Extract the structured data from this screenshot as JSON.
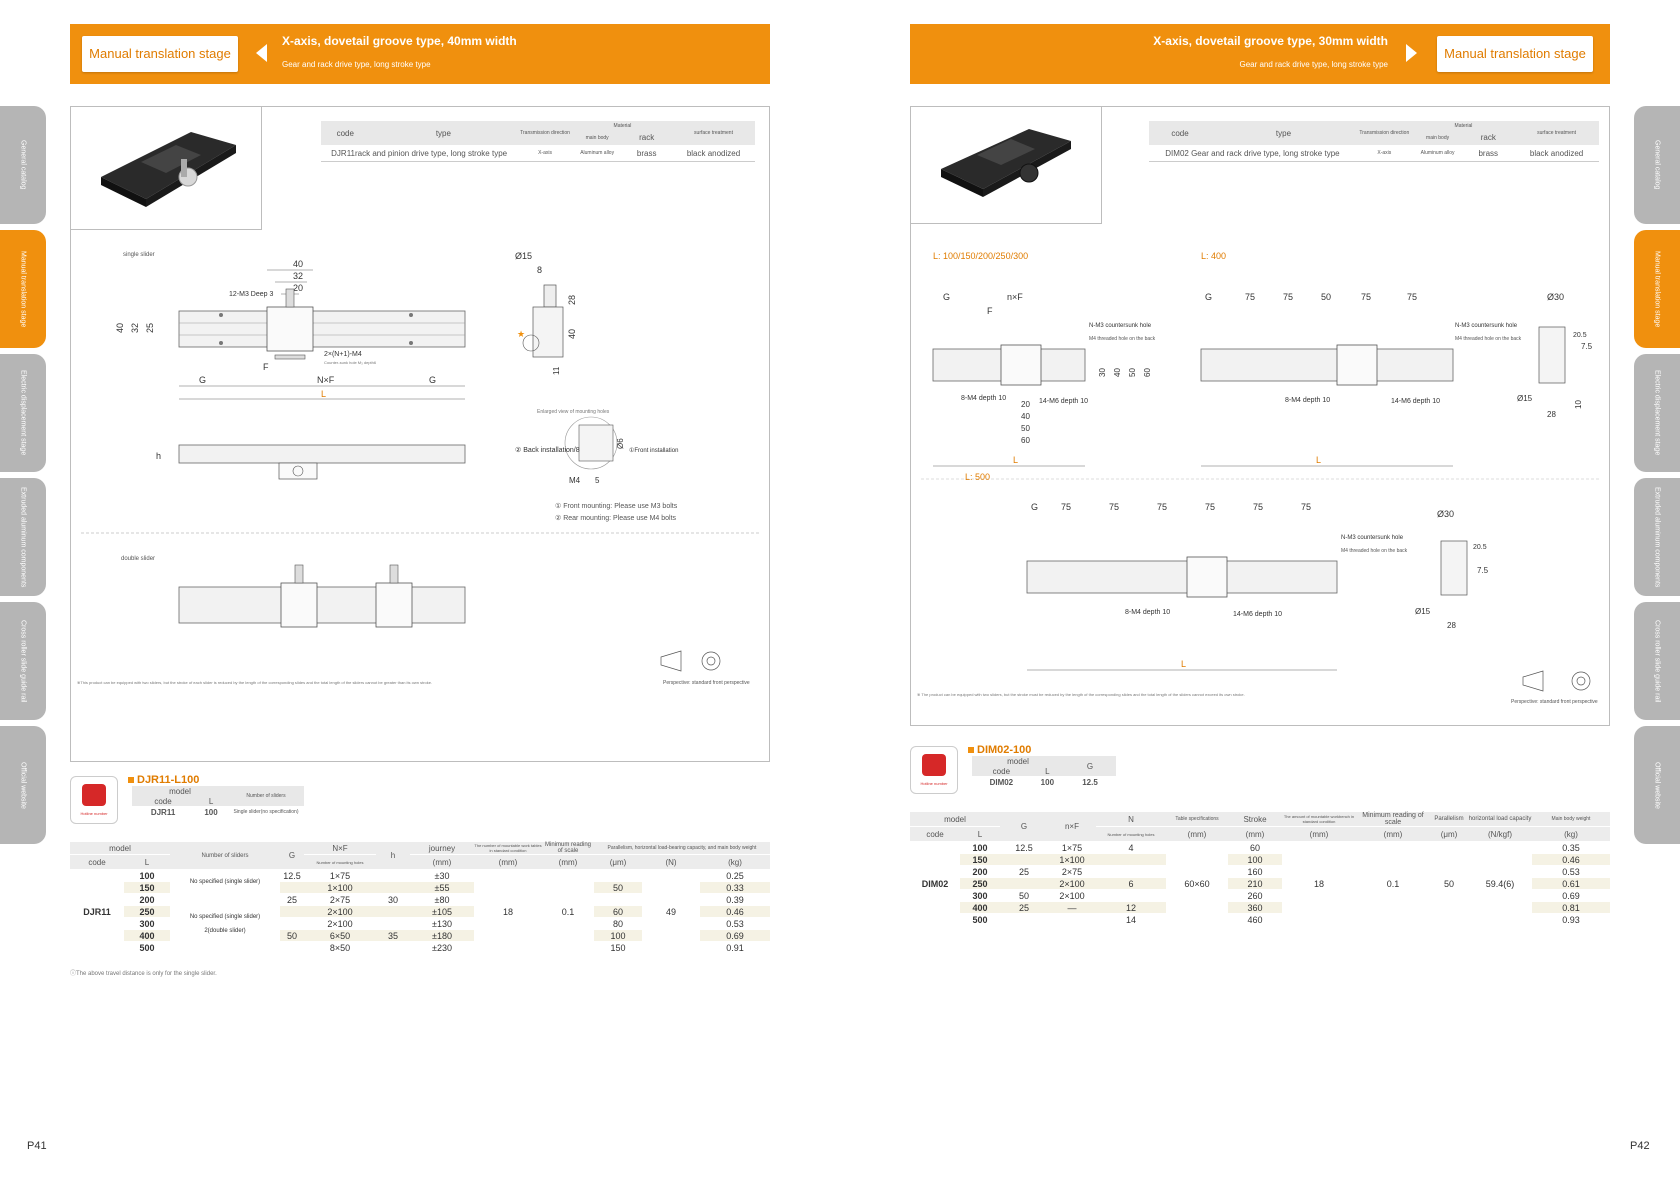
{
  "left_page": {
    "header": {
      "button": "Manual translation stage",
      "title": "X-axis, dovetail groove type, 40mm width",
      "subtitle": "Gear and rack drive type, long stroke type"
    },
    "spec_table": {
      "headers": {
        "code": "code",
        "type": "type",
        "direction": "Transmission direction",
        "material": "Material",
        "mainbody": "main body",
        "rack": "rack",
        "surface": "surface treatment"
      },
      "row": {
        "type": "DJR11rack and pinion drive type, long stroke type",
        "direction": "X-axis",
        "mainbody": "Aluminum alloy",
        "rack": "brass",
        "surface": "black anodized"
      }
    },
    "drawing": {
      "single_slider": "single slider",
      "double_slider": "double slider",
      "dims_top": [
        "40",
        "32",
        "20"
      ],
      "dims_side": [
        "40",
        "32",
        "25"
      ],
      "hole_label": "12-M3 Deep 3",
      "hole_label2": "2×(N+1)-M4",
      "hole_label3": "Counter-sunk hole M₃ depth6",
      "labels_bottom": {
        "G": "G",
        "F": "F",
        "NxF": "N×F",
        "L": "L"
      },
      "side_dims": {
        "d15": "Ø15",
        "d8": "8",
        "d28": "28",
        "d40": "40",
        "d11": "11"
      },
      "h": "h",
      "install": {
        "title": "Enlarged view of mounting holes",
        "back": "② Back installation/8",
        "front": "①Front installation",
        "m4": "M4",
        "five": "5",
        "d6": "Ø6",
        "note1": "① Front mounting: Please use M3 bolts",
        "note2": "② Rear mounting: Please use M4 bolts"
      },
      "footnote": "※This product can be equipped with two sliders, but the stroke of each slider is reduced by the length of the corresponding slides and the total length of the sliders cannot be greater than its own stroke.",
      "perspective": "Perspective: standard front perspective"
    },
    "model_box": {
      "title": "DJR11-L100",
      "hotline": "Hotline number",
      "h_model": "model",
      "h_code": "code",
      "h_L": "L",
      "h_sliders": "Number of sliders",
      "code": "DJR11",
      "L": "100",
      "sliders": "Single slider(no specification)"
    },
    "data_table": {
      "h_model": "model",
      "h_code": "code",
      "h_L": "L",
      "h_sliders": "Number of sliders",
      "h_G": "G",
      "h_NxF": "N×F",
      "h_NxF_sub": "Number of mounting holes",
      "h_h": "h",
      "h_journey": "journey",
      "h_journey_u": "(mm)",
      "h_table": "The number of mountable work tables in standard condition",
      "h_table_u": "(mm)",
      "h_min": "Minimum reading of scale",
      "h_min_u": "(mm)",
      "h_par": "Parallelism, horizontal load-bearing capacity, and main body weight",
      "h_par_u1": "(μm)",
      "h_par_u2": "(N)",
      "h_par_u3": "(kg)",
      "code": "DJR11",
      "sliders_a": "No specified (single slider)",
      "sliders_b1": "No specified (single slider)",
      "sliders_b2": "2(double slider)",
      "rows": [
        {
          "L": "100",
          "G": "12.5",
          "NxF": "1×75",
          "h": "",
          "journey": "±30",
          "par": "",
          "kg": "0.25"
        },
        {
          "L": "150",
          "G": "",
          "NxF": "1×100",
          "h": "",
          "journey": "±55",
          "par": "50",
          "kg": "0.33"
        },
        {
          "L": "200",
          "G": "25",
          "NxF": "2×75",
          "h": "30",
          "journey": "±80",
          "par": "",
          "kg": "0.39"
        },
        {
          "L": "250",
          "G": "",
          "NxF": "2×100",
          "h": "",
          "journey": "±105",
          "par": "60",
          "kg": "0.46"
        },
        {
          "L": "300",
          "G": "",
          "NxF": "2×100",
          "h": "",
          "journey": "±130",
          "par": "80",
          "kg": "0.53"
        },
        {
          "L": "400",
          "G": "50",
          "NxF": "6×50",
          "h": "35",
          "journey": "±180",
          "par": "100",
          "kg": "0.69"
        },
        {
          "L": "500",
          "G": "",
          "NxF": "8×50",
          "h": "",
          "journey": "±230",
          "par": "150",
          "kg": "0.91"
        }
      ],
      "merged": {
        "table": "18",
        "min": "0.1",
        "load": "49"
      },
      "footnote": "ⓘThe above travel distance is only for the single slider."
    },
    "page_no": "P41",
    "tabs": [
      "General catalog",
      "Manual translation stage",
      "Electric displacement stage",
      "Extruded aluminum components",
      "Cross roller slide guide rail",
      "Official website"
    ]
  },
  "right_page": {
    "header": {
      "button": "Manual translation stage",
      "title": "X-axis, dovetail groove type, 30mm width",
      "subtitle": "Gear and rack drive type, long stroke type"
    },
    "spec_table": {
      "headers": {
        "code": "code",
        "type": "type",
        "direction": "Transmission direction",
        "material": "Material",
        "mainbody": "main body",
        "rack": "rack",
        "surface": "surface treatment"
      },
      "row": {
        "type": "DIM02 Gear and rack drive type, long stroke type",
        "direction": "X-axis",
        "mainbody": "Aluminum alloy",
        "rack": "brass",
        "surface": "black anodized"
      }
    },
    "drawing": {
      "l1": "L:  100/150/200/250/300",
      "l2": "L:  400",
      "l3": "L:  500",
      "G": "G",
      "F": "F",
      "nxF": "n×F",
      "L": "L",
      "d75": "75",
      "d50": "50",
      "countersunk": "N-M3 countersunk hole",
      "threaded": "M4 threaded hole on the back",
      "m4depth": "8-M4 depth 10",
      "m6depth": "14-M6 depth 10",
      "v30": "30",
      "v40": "40",
      "v50": "50",
      "v60": "60",
      "d30": "Ø30",
      "d15": "Ø15",
      "d20_5": "20.5",
      "d7_5": "7.5",
      "d10": "10",
      "d28": "28",
      "footnote": "※ The product can be equipped with two sliders, but the stroke must be reduced by the length of the corresponding slides and the total length of the sliders cannot exceed its own stroke.",
      "perspective": "Perspective: standard front perspective"
    },
    "model_box": {
      "title": "DIM02-100",
      "hotline": "Hotline number",
      "h_model": "model",
      "h_code": "code",
      "h_L": "L",
      "h_G": "G",
      "code": "DIM02",
      "L": "100",
      "G": "12.5"
    },
    "data_table": {
      "h_model": "model",
      "h_code": "code",
      "h_L": "L",
      "h_G": "G",
      "h_nxF": "n×F",
      "h_N": "N",
      "h_N_sub": "Number of mounting holes",
      "h_table": "Table specifications",
      "h_table_u": "(mm)",
      "h_stroke": "Stroke",
      "h_stroke_u": "(mm)",
      "h_mount": "The amount of mountable workbench in standard condition",
      "h_mount_u": "(mm)",
      "h_min": "Minimum reading of scale",
      "h_min_u": "(mm)",
      "h_par": "Parallelism",
      "h_par_u": "(μm)",
      "h_load": "horizontal load capacity",
      "h_load_u": "(N/kgf)",
      "h_kg": "Main body weight",
      "h_kg_u": "(kg)",
      "code": "DIM02",
      "rows": [
        {
          "L": "100",
          "G": "12.5",
          "nxF": "1×75",
          "N": "4",
          "stroke": "60",
          "kg": "0.35"
        },
        {
          "L": "150",
          "G": "",
          "nxF": "1×100",
          "N": "",
          "stroke": "100",
          "kg": "0.46"
        },
        {
          "L": "200",
          "G": "25",
          "nxF": "2×75",
          "N": "",
          "stroke": "160",
          "kg": "0.53"
        },
        {
          "L": "250",
          "G": "",
          "nxF": "2×100",
          "N": "6",
          "stroke": "210",
          "kg": "0.61"
        },
        {
          "L": "300",
          "G": "50",
          "nxF": "2×100",
          "N": "",
          "stroke": "260",
          "kg": "0.69"
        },
        {
          "L": "400",
          "G": "25",
          "nxF": "—",
          "N": "12",
          "stroke": "360",
          "kg": "0.81"
        },
        {
          "L": "500",
          "G": "",
          "nxF": "",
          "N": "14",
          "stroke": "460",
          "kg": "0.93"
        }
      ],
      "merged": {
        "table": "60×60",
        "mount": "18",
        "min": "0.1",
        "par": "50",
        "load": "59.4(6)"
      }
    },
    "page_no": "P42",
    "tabs": [
      "General catalog",
      "Manual translation stage",
      "Electric displacement stage",
      "Extruded aluminum components",
      "Cross roller slide guide rail",
      "Official website"
    ]
  },
  "colors": {
    "accent": "#f0900e",
    "tab_gray": "#b5b5b5",
    "row_alt": "#f5f2e4",
    "header_gray": "#ececec"
  }
}
